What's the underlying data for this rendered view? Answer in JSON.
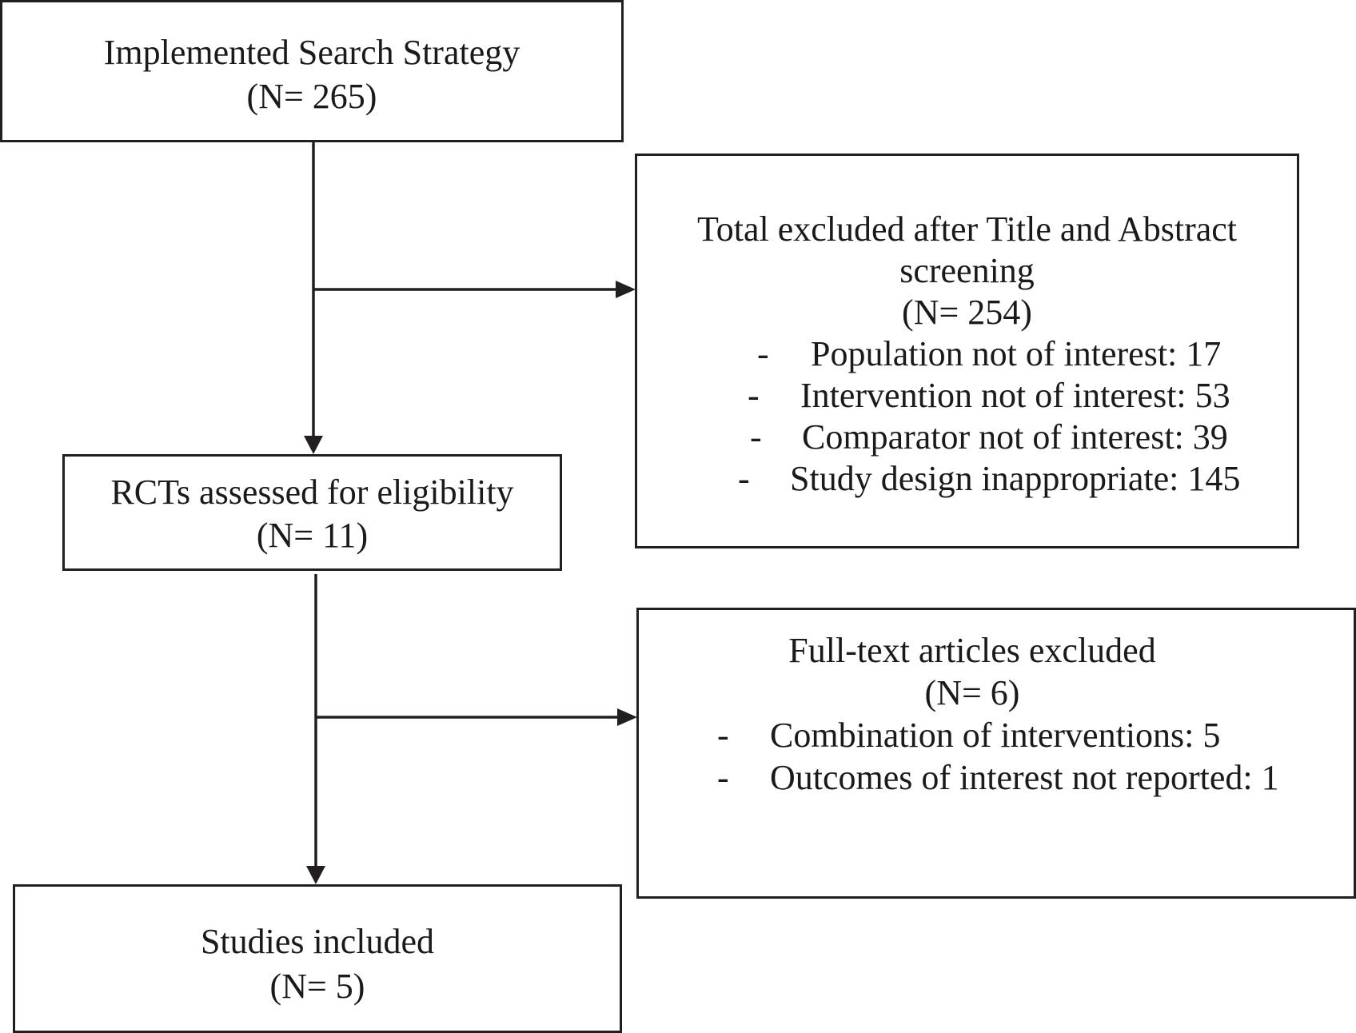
{
  "flowchart": {
    "identification": {
      "title": "Implemented Search Strategy",
      "count": "(N= 265)"
    },
    "screening_excluded": {
      "title_line1": "Total excluded after Title and Abstract",
      "title_line2": "screening",
      "count": "(N= 254)",
      "reasons": [
        {
          "dash": "-",
          "text": "Population not of interest: 17"
        },
        {
          "dash": "-",
          "text": "Intervention not of interest: 53"
        },
        {
          "dash": "-",
          "text": "Comparator not of interest: 39"
        },
        {
          "dash": "-",
          "text": "Study design inappropriate: 145"
        }
      ]
    },
    "eligibility": {
      "title": "RCTs assessed for eligibility",
      "count": "(N= 11)"
    },
    "fulltext_excluded": {
      "title": "Full-text articles excluded",
      "count": "(N= 6)",
      "reasons": [
        {
          "dash": "-",
          "text": "Combination of interventions: 5"
        },
        {
          "dash": "-",
          "text": "Outcomes of interest not reported: 1"
        }
      ]
    },
    "included": {
      "title": "Studies included",
      "count": "(N= 5)"
    }
  },
  "colors": {
    "line": "#231f20",
    "text": "#1a1a1a",
    "background": "#ffffff"
  }
}
